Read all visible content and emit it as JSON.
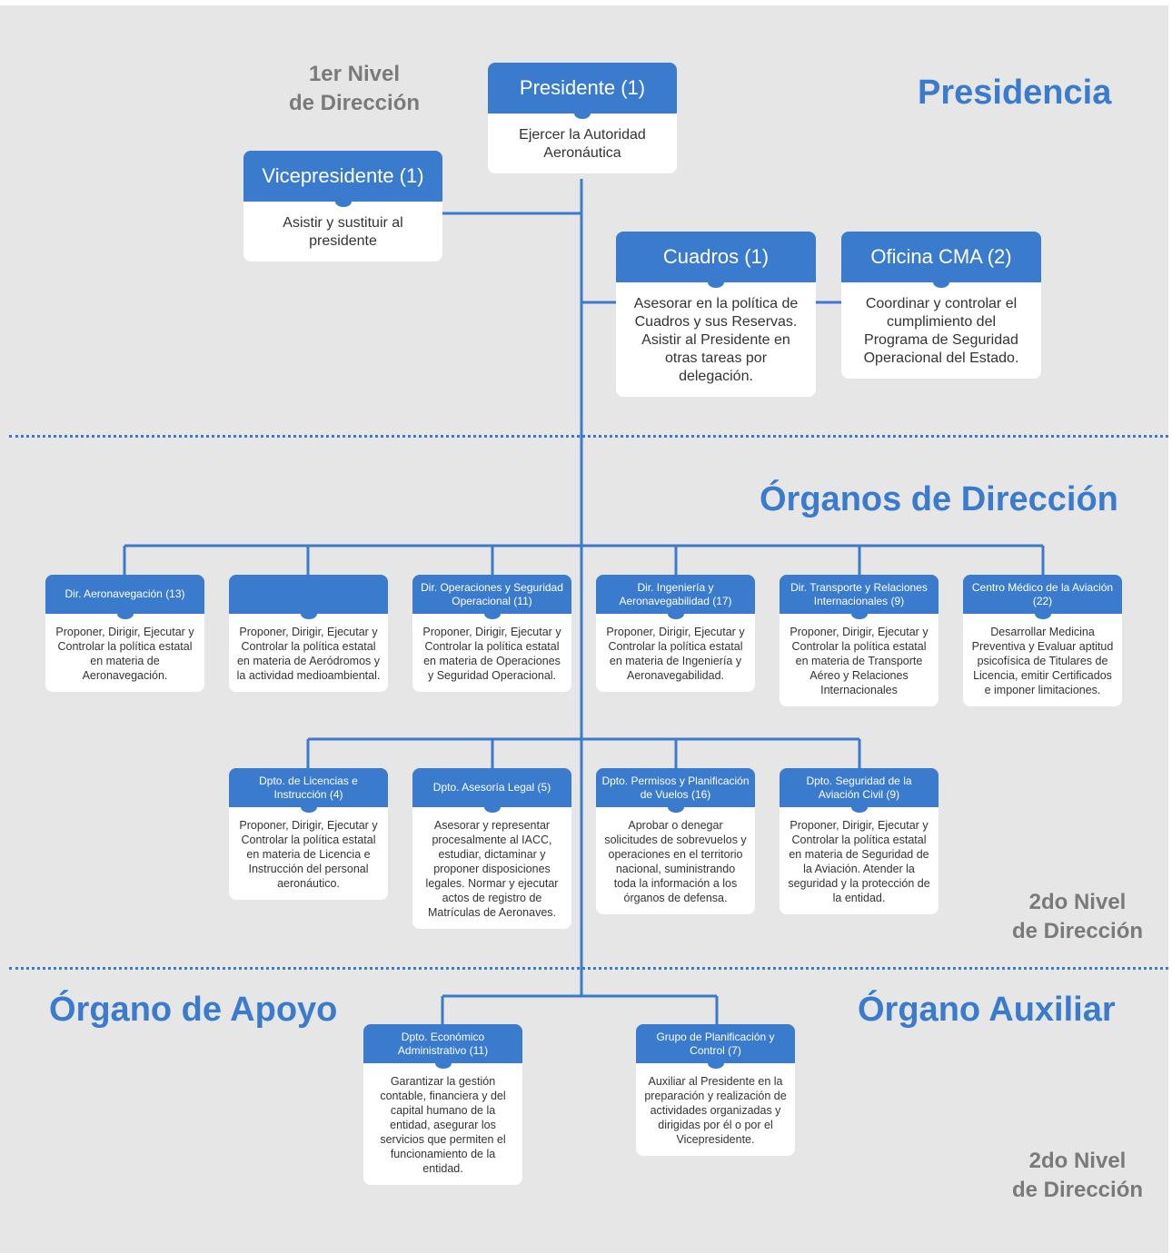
{
  "sections": {
    "presidencia": "Presidencia",
    "organos_direccion": "Órganos de Dirección",
    "organo_apoyo": "Órgano de Apoyo",
    "organo_auxiliar": "Órgano Auxiliar"
  },
  "levels": {
    "first": [
      "1er Nivel",
      "de Dirección"
    ],
    "second_a": [
      "2do Nivel",
      "de Dirección"
    ],
    "second_b": [
      "2do Nivel",
      "de Dirección"
    ]
  },
  "colors": {
    "accent": "#3a7bcd",
    "background": "#e6e6e6",
    "level_text": "#7a7a7a"
  },
  "boxes": [
    {
      "id": "presidente",
      "title": "Presidente (1)",
      "desc": "Ejercer la Autoridad Aeronáutica"
    },
    {
      "id": "vicepresidente",
      "title": "Vicepresidente (1)",
      "desc": "Asistir y sustituir al presidente"
    },
    {
      "id": "cuadros",
      "title": "Cuadros (1)",
      "desc": "Asesorar en la política de Cuadros y sus Reservas. Asistir al Presidente en otras tareas por delegación."
    },
    {
      "id": "cma",
      "title": "Oficina CMA (2)",
      "desc": "Coordinar y controlar el cumplimiento del Programa de Seguridad Operacional del Estado."
    },
    {
      "id": "aeronavegacion",
      "title": "Dir. Aeronavegación (13)",
      "desc": "Proponer, Dirigir, Ejecutar y Controlar la política estatal en materia de Aeronavegación."
    },
    {
      "id": "aerodromos",
      "title": "",
      "desc": "Proponer, Dirigir, Ejecutar y Controlar la política estatal en materia de Aeródromos y la actividad medioambiental."
    },
    {
      "id": "operaciones",
      "title": "Dir. Operaciones y Seguridad Operacional (11)",
      "desc": "Proponer, Dirigir, Ejecutar y Controlar la política estatal en materia de Operaciones y Seguridad Operacional."
    },
    {
      "id": "ingenieria",
      "title": "Dir. Ingeniería y Aeronavegabilidad (17)",
      "desc": "Proponer, Dirigir, Ejecutar y Controlar la política estatal en materia de Ingeniería y Aeronavegabilidad."
    },
    {
      "id": "transporte",
      "title": "Dir. Transporte y Relaciones Internacionales (9)",
      "desc": "Proponer, Dirigir, Ejecutar y Controlar la política estatal en materia de Transporte Aéreo y Relaciones Internacionales"
    },
    {
      "id": "medico",
      "title": "Centro Médico de la Aviación (22)",
      "desc": "Desarrollar Medicina Preventiva y Evaluar aptitud psicofísica de Titulares de Licencia, emitir Certificados e imponer limitaciones."
    },
    {
      "id": "licencias",
      "title": "Dpto. de Licencias e Instrucción (4)",
      "desc": "Proponer, Dirigir, Ejecutar y Controlar la política estatal en materia de Licencia e Instrucción del personal  aeronáutico."
    },
    {
      "id": "legal",
      "title": "Dpto. Asesoría Legal (5)",
      "desc": "Asesorar y representar procesalmente al IACC, estudiar, dictaminar y proponer disposiciones legales. Normar y ejecutar actos de registro de Matrículas de Aeronaves."
    },
    {
      "id": "permisos",
      "title": "Dpto. Permisos y Planificación de Vuelos (16)",
      "desc": "Aprobar o denegar solicitudes de sobrevuelos y operaciones en el territorio nacional, suministrando toda la información a los órganos de defensa."
    },
    {
      "id": "seguridad",
      "title": "Dpto. Seguridad de la Aviación Civil (9)",
      "desc": "Proponer, Dirigir, Ejecutar y Controlar la política estatal en materia de Seguridad de la Aviación. Atender la seguridad y la protección de la entidad."
    },
    {
      "id": "economico",
      "title": "Dpto. Económico Administrativo (11)",
      "desc": "Garantizar la gestión contable, financiera y del capital humano de la entidad, asegurar los servicios que permiten el funcionamiento de la entidad."
    },
    {
      "id": "planificacion",
      "title": "Grupo de Planificación y Control (7)",
      "desc": "Auxiliar al Presidente en la preparación y realización de actividades organizadas y dirigidas por él o por el Vicepresidente."
    }
  ]
}
